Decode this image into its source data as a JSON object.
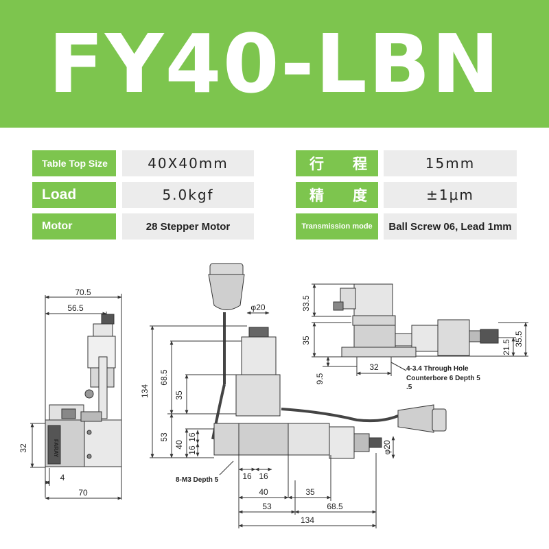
{
  "banner": {
    "model": "FY40-LBN"
  },
  "specs": {
    "table_top_size": {
      "label": "Table Top Size",
      "value": "40X40mm"
    },
    "travel": {
      "label_chars": [
        "行",
        "程"
      ],
      "value": "15mm"
    },
    "load": {
      "label": "Load",
      "value": "5.0kgf"
    },
    "accuracy": {
      "label_chars": [
        "精",
        "度"
      ],
      "value": "±1μm"
    },
    "motor": {
      "label": "Motor",
      "value": "28 Stepper Motor"
    },
    "transmission": {
      "label": "Transmission mode",
      "value": "Ball Screw 06, Lead 1mm"
    }
  },
  "drawing": {
    "left_view": {
      "dim_top_overall": "70.5",
      "dim_top_inner": "56.5",
      "dim_height": "32",
      "dim_offset": "4",
      "dim_bottom": "70",
      "brand": "FARAY"
    },
    "center_view": {
      "dim_total_height": "134",
      "dim_upper": "68.5",
      "dim_mid": "35",
      "dim_lower": "53",
      "dim_table": "40",
      "dim_16a": "16",
      "dim_16b": "16",
      "dim_bottom_16a": "16",
      "dim_bottom_16b": "16",
      "dim_bottom_40": "40",
      "dim_bottom_35": "35",
      "dim_bottom_53": "53",
      "dim_bottom_68_5": "68.5",
      "dim_bottom_134": "134",
      "dia_top": "φ20",
      "dia_right": "φ20",
      "note_m3": "8-M3 Depth 5"
    },
    "right_view": {
      "dim_33_5": "33.5",
      "dim_35": "35",
      "dim_9_5": "9.5",
      "dim_32": "32",
      "dim_21_5": "21.5",
      "dim_35_5": "35.5",
      "note_hole_1": "4-3.4 Through Hole",
      "note_hole_2": "Counterbore 6 Depth 5",
      "note_hole_3": ".5"
    }
  },
  "colors": {
    "accent": "#7dc54e",
    "value_bg": "#ececec"
  }
}
